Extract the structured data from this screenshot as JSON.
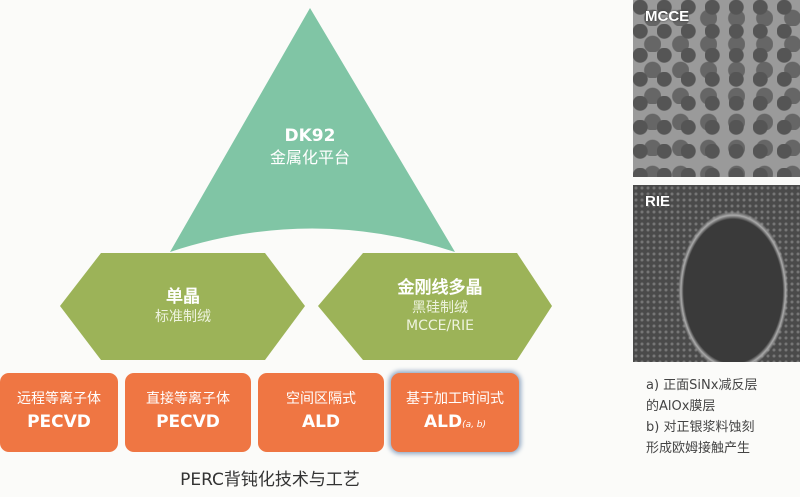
{
  "platform": {
    "title": "DK92",
    "subtitle": "金属化平台"
  },
  "hexagons": [
    {
      "title": "单晶",
      "lines": [
        "标准制绒"
      ]
    },
    {
      "title": "金刚线多晶",
      "lines": [
        "黑硅制绒",
        "MCCE/RIE"
      ]
    }
  ],
  "boxes": [
    {
      "line1": "远程等离子体",
      "line2": "PECVD",
      "sup": ""
    },
    {
      "line1": "直接等离子体",
      "line2": "PECVD",
      "sup": ""
    },
    {
      "line1": "空间区隔式",
      "line2": "ALD",
      "sup": ""
    },
    {
      "line1": "基于加工时间式",
      "line2": "ALD",
      "sup": "(a, b)"
    }
  ],
  "caption": "PERC背钝化技术与工艺",
  "images": [
    {
      "label": "MCCE"
    },
    {
      "label": "RIE"
    }
  ],
  "notes": [
    "a) 正面SiNx减反层",
    "的AlOx膜层",
    "b) 对正银浆料蚀刻",
    "形成欧姆接触产生"
  ],
  "colors": {
    "triangle": "#80c5a5",
    "hexagon": "#9cb358",
    "box": "#ef7643"
  }
}
